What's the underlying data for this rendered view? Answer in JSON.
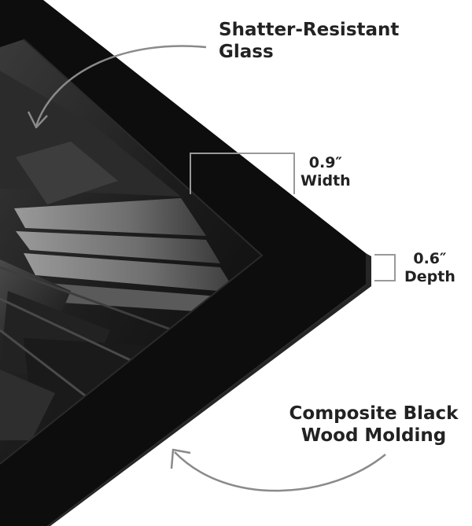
{
  "callouts": {
    "glass": {
      "line1": "Shatter-Resistant",
      "line2": "Glass"
    },
    "width": {
      "value": "0.9″",
      "label": "Width"
    },
    "depth": {
      "value": "0.6″",
      "label": "Depth"
    },
    "molding": {
      "line1": "Composite Black",
      "line2": "Wood Molding"
    }
  },
  "colors": {
    "background": "#ffffff",
    "frame": "#0d0d0d",
    "frame_edge": "#1f1f1f",
    "text": "#222222",
    "callout_line": "#999999",
    "arrow": "#8a8a8a"
  },
  "icons": [
    "curved-arrow-glass",
    "curved-arrow-molding"
  ]
}
